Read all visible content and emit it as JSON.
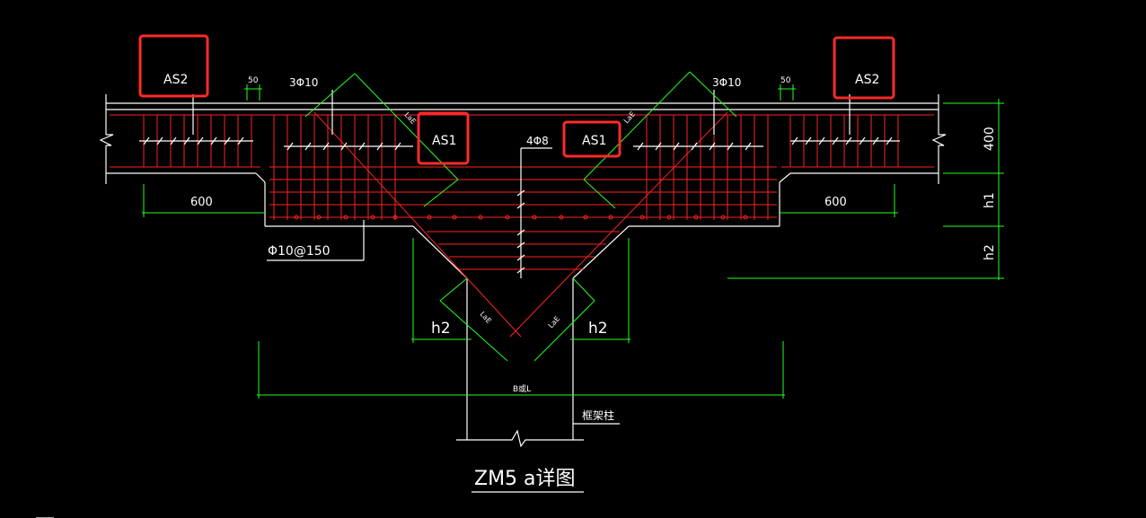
{
  "drawing": {
    "title": "ZM5 a详图",
    "callouts": {
      "as2_left": "AS2",
      "as2_right": "AS2",
      "as1_left": "AS1",
      "as1_right": "AS1"
    },
    "rebar_labels": {
      "top_left": "3Φ10",
      "top_right": "3Φ10",
      "middle": "4Φ8",
      "stirrup": "Φ10@150"
    },
    "dimensions": {
      "d50_left": "50",
      "d50_right": "50",
      "d600_left": "600",
      "d600_right": "600",
      "d400": "400",
      "h1": "h1",
      "h2_right": "h2",
      "h2_left": "h2",
      "h2_mid_right": "h2",
      "bottom_width": "B或L"
    },
    "anchorage_labels": {
      "lae_1": "LaE",
      "lae_2": "LaE",
      "lae_3": "LaE",
      "lae_4": "LaE"
    },
    "column_label": "框架柱"
  },
  "colors": {
    "background": "#000000",
    "dimension": "#22ff22",
    "outline": "#ffffff",
    "rebar": "#ff2222",
    "highlight": "#ff2a2a"
  }
}
